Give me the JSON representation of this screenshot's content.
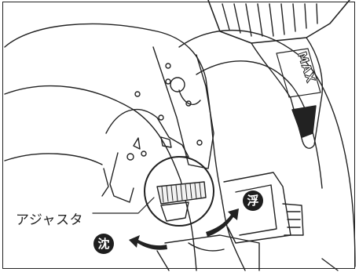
{
  "labels": {
    "adjuster": "アジャスタ",
    "sink_badge": "沈",
    "float_badge": "浮",
    "brand": "MAX"
  },
  "colors": {
    "line": "#222222",
    "badge_fill": "#1e1e1e",
    "background": "#ffffff"
  }
}
